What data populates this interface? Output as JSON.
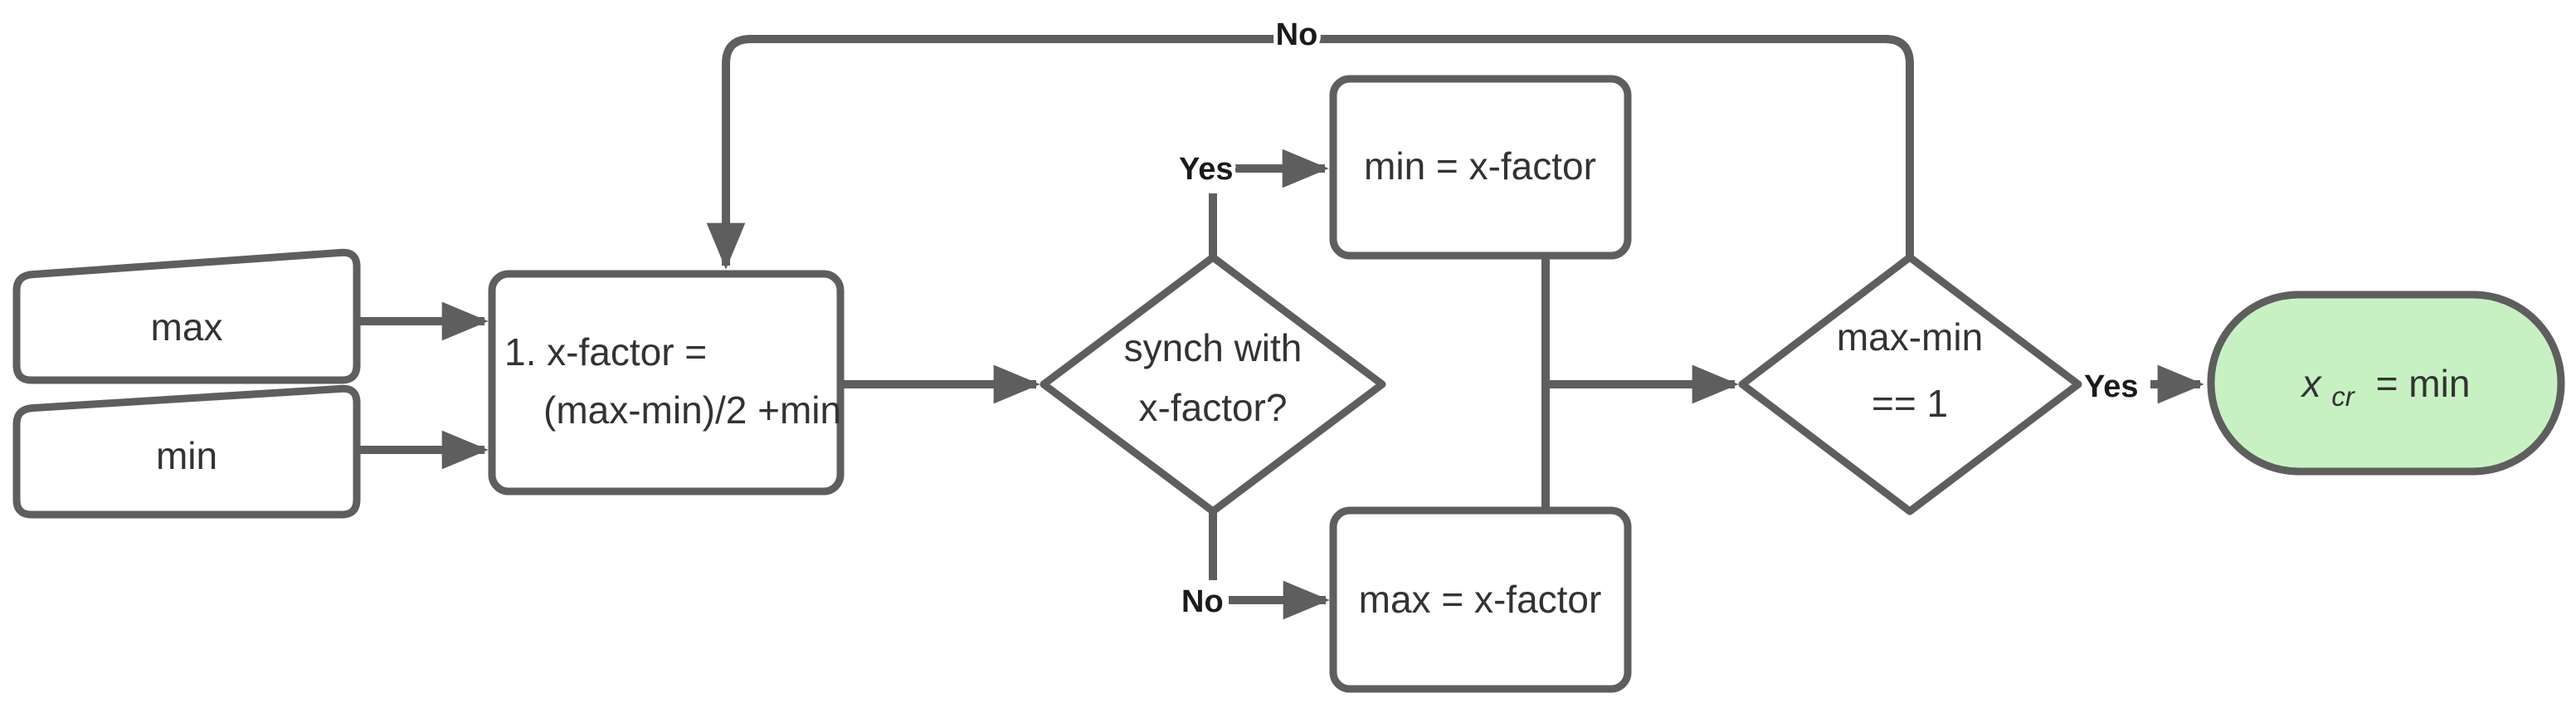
{
  "colors": {
    "stroke": "#5e5e5e",
    "text": "#333333",
    "label_text": "#1a1a1a",
    "terminal_fill": "#c7f1c3",
    "node_fill": "#ffffff"
  },
  "nodes": {
    "input_max": {
      "label": "max"
    },
    "input_min": {
      "label": "min"
    },
    "process_xfactor": {
      "line1": "1. x-factor =",
      "line2": "(max-min)/2 +min"
    },
    "decision_synch": {
      "line1": "synch with",
      "line2": "x-factor?"
    },
    "assign_min": {
      "label": "min = x-factor"
    },
    "assign_max": {
      "label": "max = x-factor"
    },
    "decision_diff": {
      "line1": "max-min",
      "line2": "== 1"
    },
    "terminal_result": {
      "variable": "x",
      "subscript": "cr",
      "equals": "= min"
    }
  },
  "edge_labels": {
    "loop_no": "No",
    "synch_yes": "Yes",
    "synch_no": "No",
    "diff_yes": "Yes"
  }
}
